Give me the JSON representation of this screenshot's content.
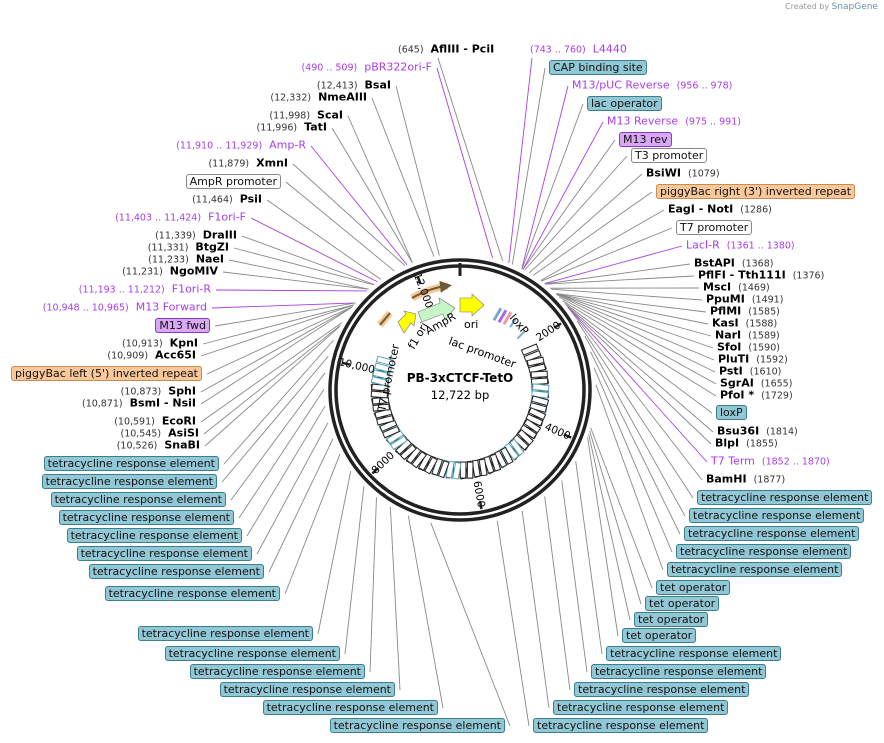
{
  "credit": {
    "prefix": "Created by",
    "brand": "SnapGene"
  },
  "plasmid": {
    "name": "PB-3xCTCF-TetO",
    "size": "12,722 bp",
    "length": 12722
  },
  "ticks": [
    "2000",
    "4000",
    "6000",
    "8000",
    "10,000",
    "12,000"
  ],
  "inner_features": {
    "t7": "T7 promoter",
    "f1": "f1 ori",
    "ampr": "AmpR",
    "ori": "ori",
    "lac": "lac promoter",
    "loxp": "loxP"
  },
  "colors": {
    "primer": "#a63ee8",
    "teal": "#92c8d6",
    "orange": "#f8c79a",
    "purple": "#d9a8f2",
    "line": "#888888"
  },
  "labels": [
    {
      "kind": "enzyme",
      "name": "AflIII",
      "name2": "PciI",
      "pos": "(645)",
      "at": 645
    },
    {
      "kind": "primer",
      "name": "L4440",
      "pos": "(743 .. 760)",
      "at": 743
    },
    {
      "kind": "primer",
      "name": "pBR322ori-F",
      "pos": "(490 .. 509)",
      "at": 490
    },
    {
      "kind": "enzyme",
      "name": "BsaI",
      "pos": "(12,413)",
      "at": 12413
    },
    {
      "kind": "enzyme",
      "name": "NmeAIII",
      "pos": "(12,332)",
      "at": 12332
    },
    {
      "kind": "enzyme",
      "name": "ScaI",
      "pos": "(11,998)",
      "at": 11998
    },
    {
      "kind": "enzyme",
      "name": "TatI",
      "pos": "(11,996)",
      "at": 11996
    },
    {
      "kind": "primer",
      "name": "Amp-R",
      "pos": "(11,910 .. 11,929)",
      "at": 11910
    },
    {
      "kind": "enzyme",
      "name": "XmnI",
      "pos": "(11,879)",
      "at": 11879
    },
    {
      "kind": "box",
      "style": "white",
      "name": "AmpR promoter",
      "at": 11700
    },
    {
      "kind": "enzyme",
      "name": "PsiI",
      "pos": "(11,464)",
      "at": 11464
    },
    {
      "kind": "primer",
      "name": "F1ori-F",
      "pos": "(11,403 .. 11,424)",
      "at": 11403
    },
    {
      "kind": "enzyme",
      "name": "DraIII",
      "pos": "(11,339)",
      "at": 11339
    },
    {
      "kind": "enzyme",
      "name": "BtgZI",
      "pos": "(11,331)",
      "at": 11331
    },
    {
      "kind": "enzyme",
      "name": "NaeI",
      "pos": "(11,233)",
      "at": 11233
    },
    {
      "kind": "enzyme",
      "name": "NgoMIV",
      "pos": "(11,231)",
      "at": 11231
    },
    {
      "kind": "primer",
      "name": "F1ori-R",
      "pos": "(11,193 .. 11,212)",
      "at": 11193
    },
    {
      "kind": "primer",
      "name": "M13 Forward",
      "pos": "(10,948 .. 10,965)",
      "at": 10948
    },
    {
      "kind": "box",
      "style": "purple",
      "name": "M13 fwd",
      "at": 10948
    },
    {
      "kind": "enzyme",
      "name": "KpnI",
      "pos": "(10,913)",
      "at": 10913
    },
    {
      "kind": "enzyme",
      "name": "Acc65I",
      "pos": "(10,909)",
      "at": 10909
    },
    {
      "kind": "box",
      "style": "orange",
      "name": "piggyBac left (5') inverted repeat",
      "at": 10880
    },
    {
      "kind": "enzyme",
      "name": "SphI",
      "pos": "(10,873)",
      "at": 10873
    },
    {
      "kind": "enzyme",
      "name": "BsmI",
      "name2": "NsiI",
      "pos": "(10,871)",
      "at": 10871
    },
    {
      "kind": "enzyme",
      "name": "EcoRI",
      "pos": "(10,591)",
      "at": 10591
    },
    {
      "kind": "enzyme",
      "name": "AsiSI",
      "pos": "(10,545)",
      "at": 10545
    },
    {
      "kind": "enzyme",
      "name": "SnaBI",
      "pos": "(10,526)",
      "at": 10526
    },
    {
      "kind": "box",
      "style": "teal",
      "name": "tetracycline response element",
      "at": 10300
    },
    {
      "kind": "box",
      "style": "teal",
      "name": "tetracycline response element",
      "at": 10050
    },
    {
      "kind": "box",
      "style": "teal",
      "name": "tetracycline response element",
      "at": 9800
    },
    {
      "kind": "box",
      "style": "teal",
      "name": "tetracycline response element",
      "at": 9550
    },
    {
      "kind": "box",
      "style": "teal",
      "name": "tetracycline response element",
      "at": 9300
    },
    {
      "kind": "box",
      "style": "teal",
      "name": "tetracycline response element",
      "at": 9050
    },
    {
      "kind": "box",
      "style": "teal",
      "name": "tetracycline response element",
      "at": 8800
    },
    {
      "kind": "box",
      "style": "teal",
      "name": "tetracycline response element",
      "at": 8550
    },
    {
      "kind": "box",
      "style": "teal",
      "name": "tetracycline response element",
      "at": 8250
    },
    {
      "kind": "box",
      "style": "teal",
      "name": "tetracycline response element",
      "at": 7950
    },
    {
      "kind": "box",
      "style": "teal",
      "name": "tetracycline response element",
      "at": 7700
    },
    {
      "kind": "box",
      "style": "teal",
      "name": "tetracycline response element",
      "at": 7450
    },
    {
      "kind": "box",
      "style": "teal",
      "name": "tetracycline response element",
      "at": 7150
    },
    {
      "kind": "box",
      "style": "teal",
      "name": "tetracycline response element",
      "at": 6800
    },
    {
      "kind": "box",
      "style": "teal",
      "name": "CAP binding site",
      "at": 800
    },
    {
      "kind": "primer",
      "name": "M13/pUC Reverse",
      "pos": "(956 .. 978)",
      "at": 956
    },
    {
      "kind": "box",
      "style": "teal",
      "name": "lac operator",
      "at": 960
    },
    {
      "kind": "primer",
      "name": "M13 Reverse",
      "pos": "(975 .. 991)",
      "at": 975
    },
    {
      "kind": "box",
      "style": "purple",
      "name": "M13 rev",
      "at": 975
    },
    {
      "kind": "box",
      "style": "white",
      "name": "T3 promoter",
      "at": 1000
    },
    {
      "kind": "enzyme",
      "name": "BsiWI",
      "pos": "(1079)",
      "at": 1079
    },
    {
      "kind": "box",
      "style": "orange",
      "name": "piggyBac right (3') inverted repeat",
      "at": 1150
    },
    {
      "kind": "enzyme",
      "name": "EagI",
      "name2": "NotI",
      "pos": "(1286)",
      "at": 1286
    },
    {
      "kind": "box",
      "style": "white",
      "name": "T7 promoter",
      "at": 1300
    },
    {
      "kind": "primer",
      "name": "LacI-R",
      "pos": "(1361 .. 1380)",
      "at": 1361
    },
    {
      "kind": "enzyme",
      "name": "BstAPI",
      "pos": "(1368)",
      "at": 1368
    },
    {
      "kind": "enzyme",
      "name": "PflFI",
      "name2": "Tth111I",
      "pos": "(1376)",
      "at": 1376
    },
    {
      "kind": "enzyme",
      "name": "MscI",
      "pos": "(1469)",
      "at": 1469
    },
    {
      "kind": "enzyme",
      "name": "PpuMI",
      "pos": "(1491)",
      "at": 1491
    },
    {
      "kind": "enzyme",
      "name": "PflMI",
      "pos": "(1585)",
      "at": 1585
    },
    {
      "kind": "enzyme",
      "name": "KasI",
      "pos": "(1588)",
      "at": 1588
    },
    {
      "kind": "enzyme",
      "name": "NarI",
      "pos": "(1589)",
      "at": 1589
    },
    {
      "kind": "enzyme",
      "name": "SfoI",
      "pos": "(1590)",
      "at": 1590
    },
    {
      "kind": "enzyme",
      "name": "PluTI",
      "pos": "(1592)",
      "at": 1592
    },
    {
      "kind": "enzyme",
      "name": "PstI",
      "pos": "(1610)",
      "at": 1610
    },
    {
      "kind": "enzyme",
      "name": "SgrAI",
      "pos": "(1655)",
      "at": 1655
    },
    {
      "kind": "enzyme",
      "name": "PfoI *",
      "pos": "(1729)",
      "at": 1729
    },
    {
      "kind": "box",
      "style": "teal",
      "name": "loxP",
      "at": 1780
    },
    {
      "kind": "enzyme",
      "name": "Bsu36I",
      "pos": "(1814)",
      "at": 1814
    },
    {
      "kind": "enzyme",
      "name": "BlpI",
      "pos": "(1855)",
      "at": 1855
    },
    {
      "kind": "primer",
      "name": "T7 Term",
      "pos": "(1852 .. 1870)",
      "at": 1852
    },
    {
      "kind": "enzyme",
      "name": "BamHI",
      "pos": "(1877)",
      "at": 1877
    },
    {
      "kind": "box",
      "style": "teal",
      "name": "tetracycline response element",
      "at": 2100
    },
    {
      "kind": "box",
      "style": "teal",
      "name": "tetracycline response element",
      "at": 2350
    },
    {
      "kind": "box",
      "style": "teal",
      "name": "tetracycline response element",
      "at": 2600
    },
    {
      "kind": "box",
      "style": "teal",
      "name": "tetracycline response element",
      "at": 2850
    },
    {
      "kind": "box",
      "style": "teal",
      "name": "tetracycline response element",
      "at": 3100
    },
    {
      "kind": "box",
      "style": "teal",
      "name": "tet operator",
      "at": 3750
    },
    {
      "kind": "box",
      "style": "teal",
      "name": "tet operator",
      "at": 3800
    },
    {
      "kind": "box",
      "style": "teal",
      "name": "tet operator",
      "at": 3850
    },
    {
      "kind": "box",
      "style": "teal",
      "name": "tet operator",
      "at": 3900
    },
    {
      "kind": "box",
      "style": "teal",
      "name": "tetracycline response element",
      "at": 4300
    },
    {
      "kind": "box",
      "style": "teal",
      "name": "tetracycline response element",
      "at": 4650
    },
    {
      "kind": "box",
      "style": "teal",
      "name": "tetracycline response element",
      "at": 5000
    },
    {
      "kind": "box",
      "style": "teal",
      "name": "tetracycline response element",
      "at": 5400
    },
    {
      "kind": "box",
      "style": "teal",
      "name": "tetracycline response element",
      "at": 5800
    }
  ]
}
